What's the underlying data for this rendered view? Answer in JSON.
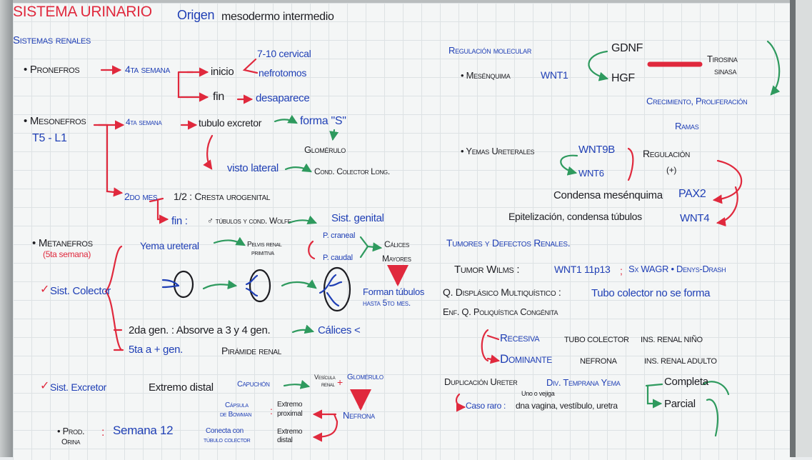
{
  "board": {
    "title": "SISTEMA URINARIO",
    "left_column": [
      "Origen",
      "mesodermo intermedio",
      "Sistemas renales",
      "• Pronefros",
      "4ta semana",
      "inicio",
      "7-10 cervical",
      "nefrotomos",
      "fin",
      "desaparece",
      "• Mesonefros",
      "T5 - L1",
      "4ta semana",
      "tubulo excretor",
      "forma \"S\"",
      "Glomérulo",
      "visto lateral",
      "Cond. Colector Long.",
      "2do mes",
      "1/2 : Cresta urogenital",
      "fin :",
      "♂ túbulos y cond. Wolff",
      "Sist. genital",
      "• Metanefros",
      "(5ta semana)",
      "Yema ureteral",
      "Pelvis renal",
      "primitiva",
      "P. craneal",
      "P. caudal",
      "Cálices",
      "Mayores",
      "Forman túbulos",
      "hasta 5to mes.",
      "✓",
      "Sist. Colector",
      "2da gen. : Absorve a 3 y 4 gen.",
      "Cálices <",
      "5ta a + gen.",
      "Pirámide renal",
      "✓",
      "Sist. Excretor",
      "Extremo distal",
      "Capuchón",
      "Vesícula",
      "renal",
      "+",
      "Glomérulo",
      "Nefrona",
      "Cápsula",
      "de Bowman",
      ":",
      "Extremo",
      "proximal",
      "Conecta con",
      "túbulo colector",
      "Extremo",
      "distal",
      "• Prod.",
      "Orina",
      ":",
      "Semana 12"
    ],
    "right_column": [
      "Regulación molecular",
      "• Mesénquima",
      "WNT1",
      "GDNF",
      "HGF",
      "Tirosina",
      "sinasa",
      "Crecimiento, Proliferación",
      "Ramas",
      "• Yemas Ureterales",
      "WNT9B",
      "WNT6",
      "Regulación",
      "(+)",
      "Condensa mesénquima",
      "PAX2",
      "Epitelización, condensa túbulos",
      "WNT4",
      "Tumores y Defectos Renales.",
      "Tumor Wilms :",
      "WNT1 11p13",
      ";",
      "Sx WAGR • Denys-Drash",
      "Q. Displásico Multiquístico :",
      "Tubo colector no se forma",
      "Enf. Q. Poliquística Congénita",
      "Recesiva",
      "TUBO COLECTOR",
      "INS. RENAL NIÑO",
      "Dominante",
      "NEFRONA",
      "INS. RENAL ADULTO",
      "Duplicación Ureter",
      "Div. Temprana Yema",
      "Completa",
      "Parcial",
      "Uno o vejiga",
      "Caso raro :",
      "dna vagina, vestíbulo, uretra"
    ]
  },
  "ink_colors": {
    "black": "#1d1d22",
    "blue": "#1f3fb5",
    "red": "#e0293d",
    "green": "#2e9a5e"
  }
}
